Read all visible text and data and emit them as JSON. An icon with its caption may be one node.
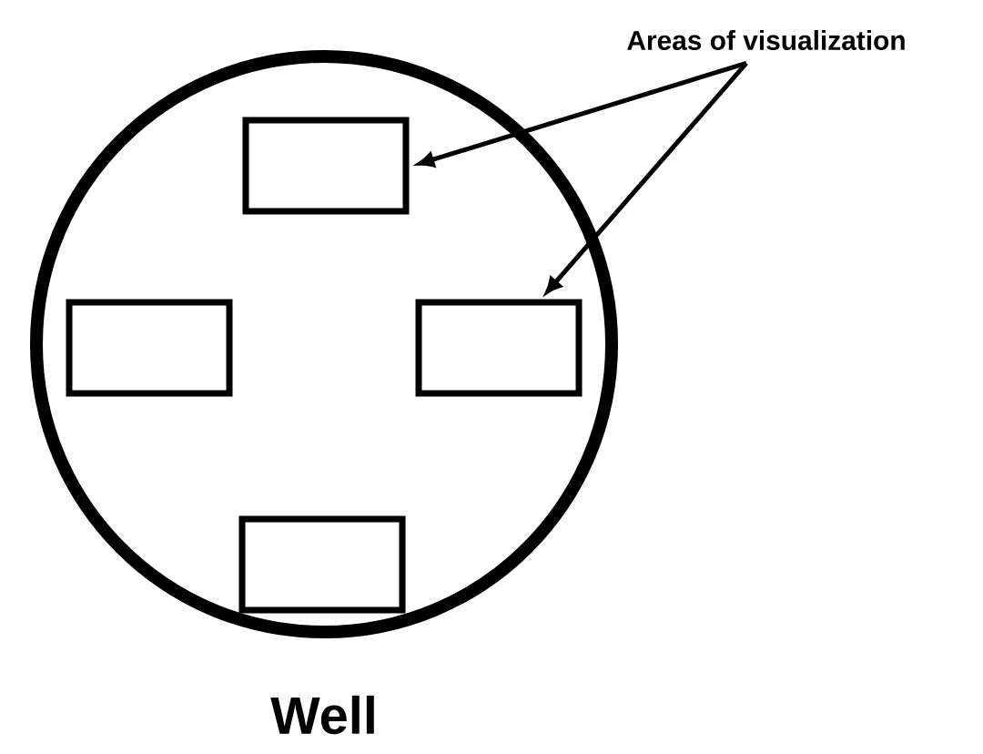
{
  "diagram": {
    "nodes": [
      {
        "text": [
          "Well"
        ]
      },
      {
        "text": [],
        "shape": "box",
        "in": 0
      },
      {
        "text": [],
        "shape": "box",
        "in": 0
      },
      {
        "text": [],
        "shape": "box",
        "in": 0
      },
      {
        "text": [],
        "shape": "box",
        "in": 0
      },
      {
        "text": [
          "Areas of visualization"
        ]
      }
    ],
    "edges": [
      {
        "from": 5,
        "to": 1,
        "arrow": "to"
      },
      {
        "from": 5,
        "to": 3,
        "arrow": "to"
      }
    ]
  }
}
